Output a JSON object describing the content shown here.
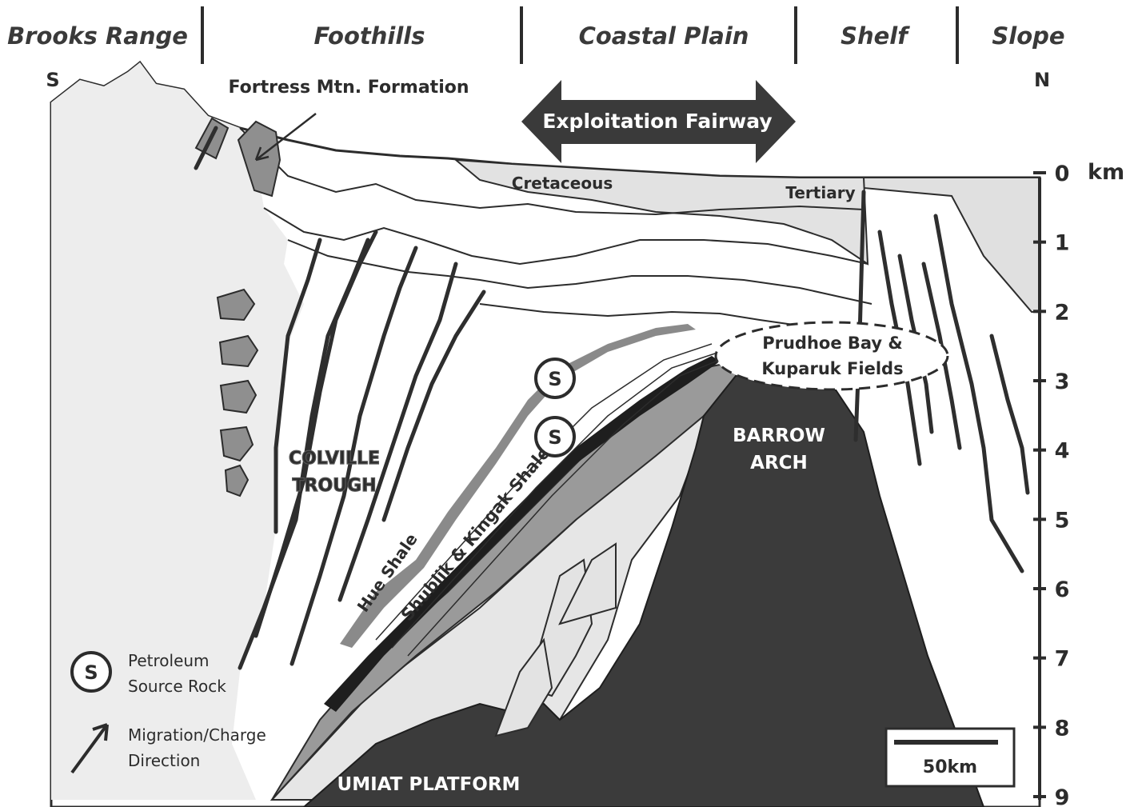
{
  "regions": [
    "Brooks Range",
    "Foothills",
    "Coastal Plain",
    "Shelf",
    "Slope"
  ],
  "compass": {
    "south": "S",
    "north": "N"
  },
  "labels": {
    "fortress": "Fortress Mtn. Formation",
    "fairway": "Exploitation Fairway",
    "cretaceous": "Cretaceous",
    "tertiary": "Tertiary",
    "prudhoe_line1": "Prudhoe Bay &",
    "prudhoe_line2": "Kuparuk Fields",
    "barrow_line1": "BARROW",
    "barrow_line2": "ARCH",
    "colville_line1": "COLVILLE",
    "colville_line2": "TROUGH",
    "hue_shale": "Hue Shale",
    "shublik": "Shublik & Kingak Shale",
    "umiat": "UMIAT PLATFORM",
    "source_symbol": "S"
  },
  "depth_axis": {
    "unit": "km",
    "ticks": [
      "0",
      "1",
      "2",
      "3",
      "4",
      "5",
      "6",
      "7",
      "8",
      "9"
    ]
  },
  "legend": {
    "source_line1": "Petroleum",
    "source_line2": "Source Rock",
    "migration_line1": "Migration/Charge",
    "migration_line2": "Direction"
  },
  "scale_bar": {
    "label": "50km"
  },
  "colors": {
    "basement": "#3b3b3b",
    "source_layer": "#1e1e1e",
    "shublik_layer": "#9a9a9a",
    "mid_layer": "#c6c6c6",
    "light_fill": "#e6e6e6",
    "hue_shale": "#8a8a8a",
    "fault": "#2e2e2e",
    "text": "#2c2c2c"
  }
}
